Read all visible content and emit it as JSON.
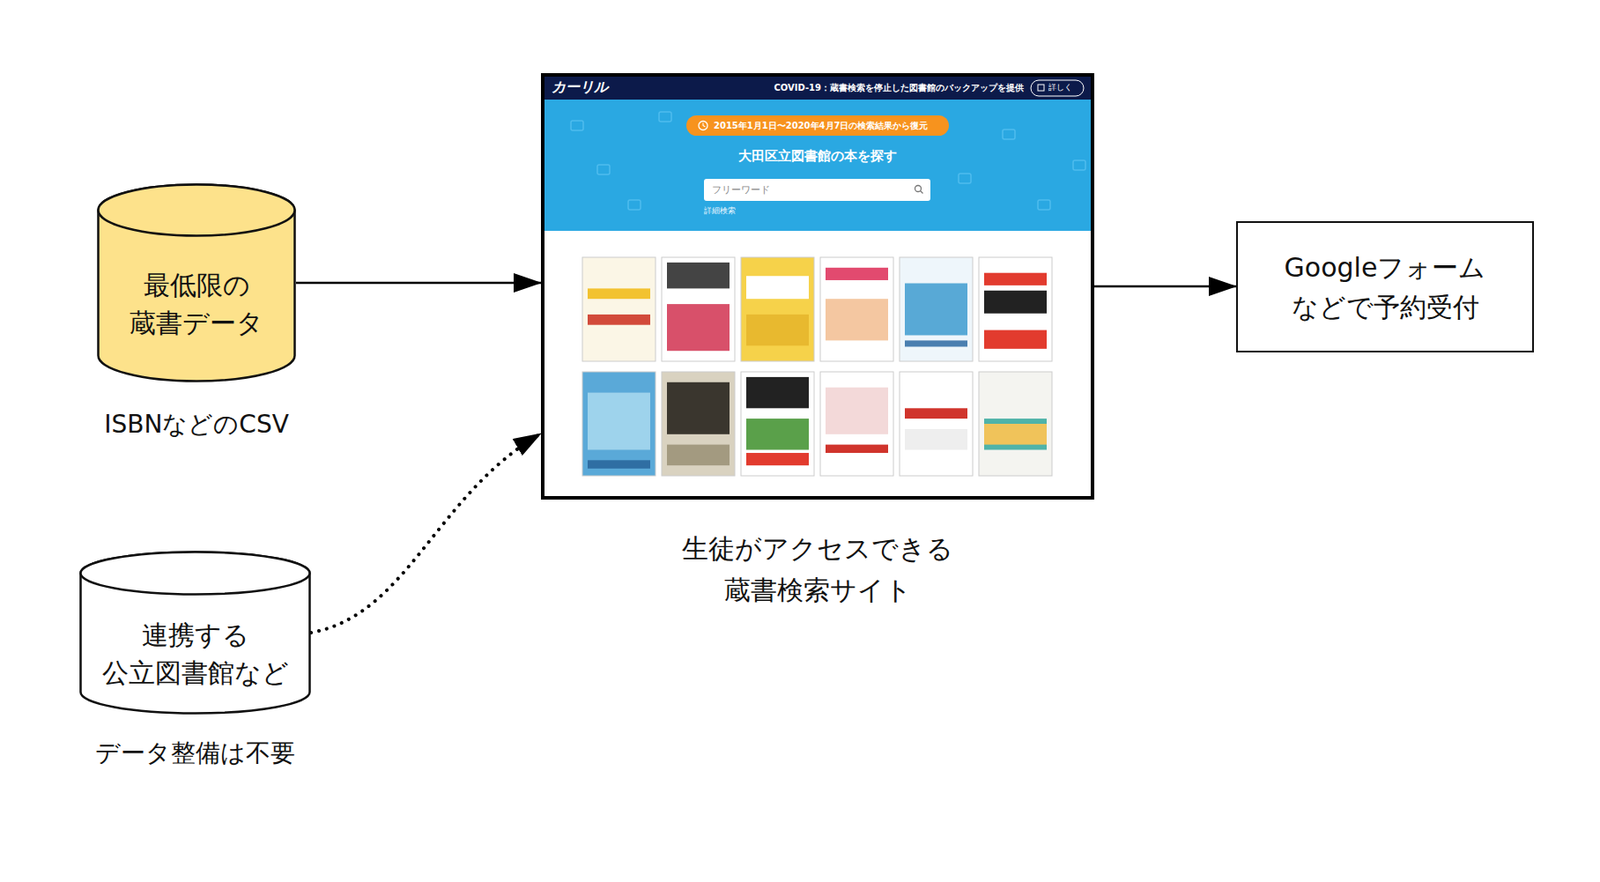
{
  "diagram": {
    "nodes": [
      {
        "text": [
          "最低限の 蔵書データ",
          "ISBNなどのCSV"
        ]
      },
      {
        "text": [
          "連携する 公立図書館など",
          "データ整備は不要"
        ]
      },
      {
        "text": [
          "生徒がアクセスできる 蔵書検索サイト",
          "カーリル",
          "COVID-19：蔵書検索を停止した図書館のバックアップを提供",
          "詳しく",
          "2015年1月1日〜2020年4月7日の検索結果から復元",
          "大田区立図書館の本を探す",
          "フリーワード",
          "詳細検索"
        ]
      },
      {
        "text": [
          "Googleフォーム などで予約受付"
        ]
      }
    ],
    "edges": [
      {
        "from": 0,
        "to": 2,
        "arrow": "to"
      },
      {
        "from": 1,
        "to": 2,
        "arrow": "to"
      },
      {
        "from": 2,
        "to": 3,
        "arrow": "to"
      }
    ]
  }
}
